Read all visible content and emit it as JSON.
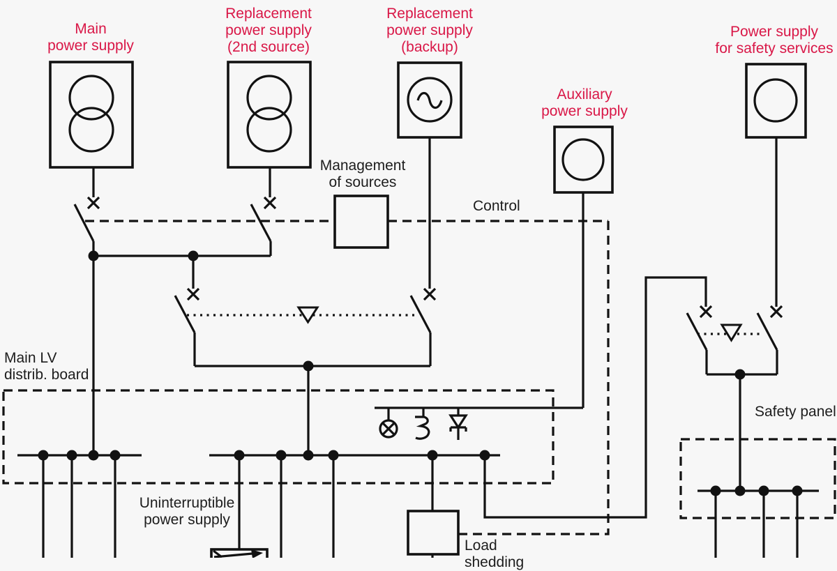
{
  "title": "Electrical distribution single-line diagram",
  "colors": {
    "background": "#f7f7f7",
    "line": "#121212",
    "label_red": "#d91747",
    "label_black": "#1d1d1d"
  },
  "labels": {
    "main_supply": "Main\npower supply",
    "replacement_2nd": "Replacement\npower supply\n(2nd source)",
    "replacement_backup": "Replacement\npower supply\n(backup)",
    "auxiliary": "Auxiliary\npower supply",
    "safety_services": "Power supply\nfor safety services",
    "management": "Management\nof sources",
    "control": "Control",
    "main_lv_board": "Main LV\ndistrib. board",
    "ups": "Uninterruptible\npower supply",
    "load_shedding": "Load\nshedding",
    "safety_panel": "Safety panel"
  },
  "symbols": {
    "main_transformer": "transformer",
    "second_transformer": "transformer",
    "backup_generator": "ac-generator",
    "auxiliary_source": "source",
    "safety_source": "source",
    "interlock": "mechanical-interlock-triangle",
    "loads_on_aux": [
      "lamp",
      "heater",
      "diode"
    ]
  }
}
